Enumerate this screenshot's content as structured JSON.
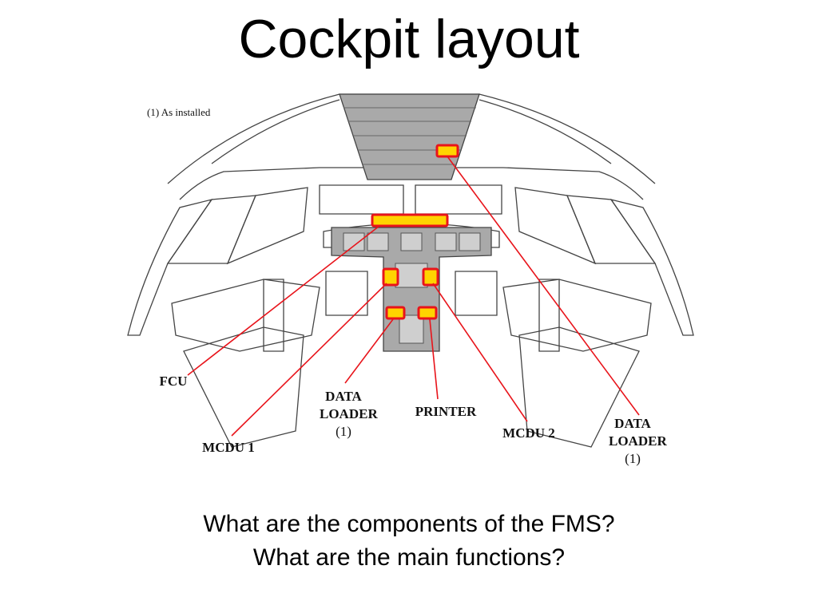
{
  "slide": {
    "title": "Cockpit layout",
    "questions": [
      "What are the components of the FMS?",
      "What are the main functions?"
    ]
  },
  "diagram": {
    "note": "(1) As installed",
    "labels": {
      "fcu": "FCU",
      "mcdu1": "MCDU 1",
      "data_loader_left": "DATA LOADER",
      "data_loader_left_note": "(1)",
      "printer": "PRINTER",
      "mcdu2": "MCDU 2",
      "data_loader_right": "DATA LOADER",
      "data_loader_right_note": "(1)"
    },
    "colors": {
      "highlight_fill": "#ffd400",
      "highlight_border": "#e8141b",
      "leader_line": "#e8141b",
      "panel_gray": "#a9a9a9"
    }
  }
}
